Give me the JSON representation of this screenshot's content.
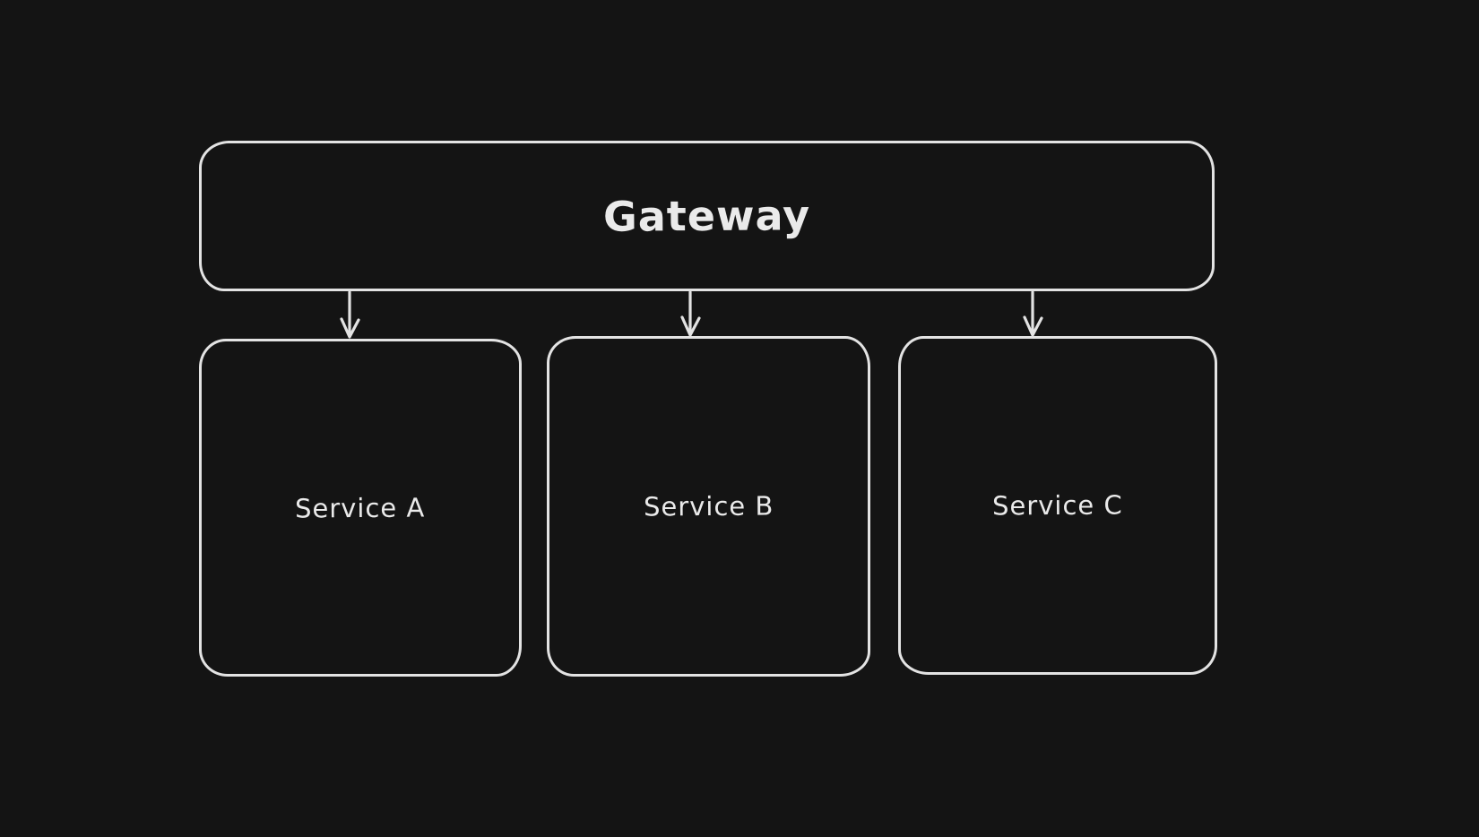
{
  "theme": {
    "canvas-bg": "#141414",
    "stroke": "#e3e3e3",
    "text": "#eaeaea"
  },
  "diagram": {
    "nodes": {
      "gateway": {
        "label": "Gateway"
      },
      "service_a": {
        "label": "Service A"
      },
      "service_b": {
        "label": "Service B"
      },
      "service_c": {
        "label": "Service C"
      }
    },
    "edges": [
      {
        "from": "Gateway",
        "to": "Service A"
      },
      {
        "from": "Gateway",
        "to": "Service B"
      },
      {
        "from": "Gateway",
        "to": "Service C"
      }
    ]
  }
}
